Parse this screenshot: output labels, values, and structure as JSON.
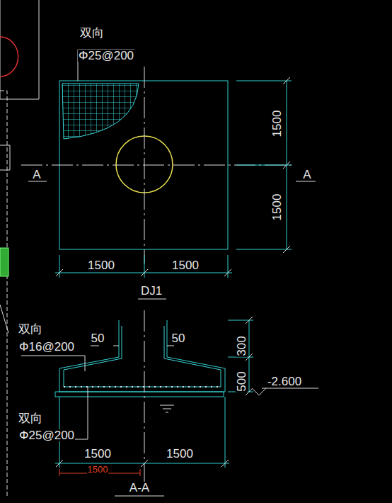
{
  "diagram": {
    "labels": [
      "双向",
      "Φ25@200",
      "1500",
      "1500",
      "A",
      "A",
      "1500",
      "1500",
      "DJ1",
      "双向",
      "Φ16@200",
      "50",
      "50",
      "300",
      "500",
      "-2.600",
      "双向",
      "Φ25@200",
      "1500",
      "1500",
      "1500",
      "A-A"
    ]
  }
}
